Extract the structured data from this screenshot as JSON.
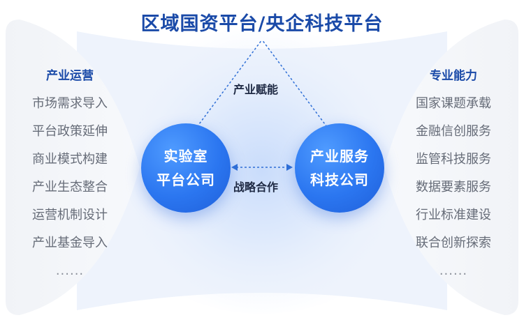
{
  "title": "区域国资平台/央企科技平台",
  "left_column": {
    "heading": "产业运营",
    "items": [
      "市场需求导入",
      "平台政策延伸",
      "商业模式构建",
      "产业生态整合",
      "运营机制设计",
      "产业基金导入",
      "......"
    ]
  },
  "right_column": {
    "heading": "专业能力",
    "items": [
      "国家课题承载",
      "金融信创服务",
      "监管科技服务",
      "数据要素服务",
      "行业标准建设",
      "联合创新探索",
      "......"
    ]
  },
  "left_circle": {
    "line1": "实验室",
    "line2": "平台公司"
  },
  "right_circle": {
    "line1": "产业服务",
    "line2": "科技公司"
  },
  "top_edge_label": "产业赋能",
  "middle_edge_label": "战略合作",
  "colors": {
    "heading_blue": "#1a4aa8",
    "circle_blue": "#2b76f0",
    "item_gray": "#666c78",
    "connector_blue": "#2f6fd6"
  }
}
